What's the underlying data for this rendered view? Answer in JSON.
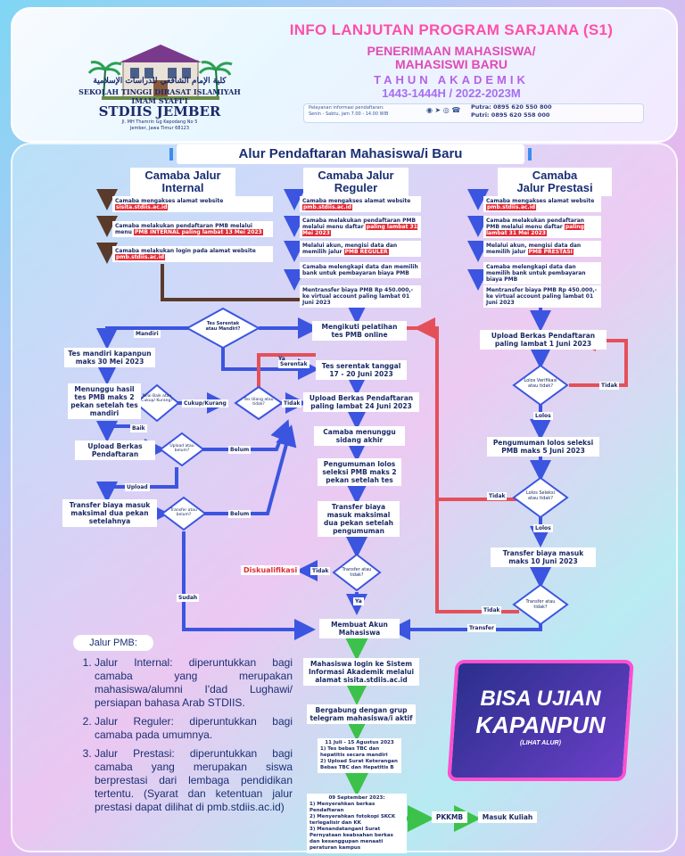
{
  "header": {
    "arabic_name": "كلية الإمام الشافعي للدراسات الإسلامية",
    "school_name_line1": "SEKOLAH TINGGI DIRASAT ISLAMIYAH",
    "school_name_line2": "IMAM SYAFI'I",
    "school_brand": "STDIIS JEMBER",
    "school_address_line1": "Jl. MH Thamrin Gg Kepodang No 5",
    "school_address_line2": "Jember, Jawa Timur 68123",
    "title": "INFO LANJUTAN PROGRAM SARJANA (S1)",
    "subtitle_line1": "PENERIMAAN MAHASISWA/",
    "subtitle_line2": "MAHASISWI BARU",
    "tahun_label": "TAHUN AKADEMIK",
    "years": "1443-1444H / 2022-2023M",
    "contact_label": "Pelayanan informasi pendaftaran:",
    "contact_hours": "Senin - Sabtu, jam 7.00 - 14.00 WIB",
    "phone_putra": "Putra: 0895 620 550 800",
    "phone_putri": "Putri: 0895 620 558 000"
  },
  "flow": {
    "title": "Alur Pendaftaran Mahasiswa/i Baru",
    "col_internal": {
      "title_line1": "Camaba Jalur",
      "title_line2": "Internal",
      "steps": [
        {
          "pre": "Camaba mengakses alamat website ",
          "hl": "sisita.stdiis.ac.id",
          "post": ""
        },
        {
          "pre": "Camaba melakukan pendaftaran PMB melalui menu ",
          "hl": "PMB INTERNAL paling lambat 13 Mei 2023",
          "post": ""
        },
        {
          "pre": "Camaba melakukan login pada alamat website ",
          "hl": "pmb.stdiis.ac.id",
          "post": ""
        }
      ]
    },
    "col_reguler": {
      "title_line1": "Camaba Jalur",
      "title_line2": "Reguler",
      "steps": [
        {
          "pre": "Camaba mengakses alamat website ",
          "hl": "pmb.stdiis.ac.id",
          "post": ""
        },
        {
          "pre": "Camaba melakukan pendaftaran PMB melalui menu daftar ",
          "hl": "paling lambat 31 Mei 2023",
          "post": ""
        },
        {
          "pre": "Melalui akun, mengisi data dan memilih jalur ",
          "hl": "PMB REGULER",
          "post": ""
        },
        {
          "pre": "Camaba melengkapi data dan memilih bank untuk pembayaran biaya PMB",
          "hl": "",
          "post": ""
        },
        {
          "pre": "Mentransfer biaya PMB Rp 450.000,- ke virtual account paling lambat 01 Juni 2023",
          "hl": "",
          "post": ""
        }
      ]
    },
    "col_prestasi": {
      "title_line1": "Camaba",
      "title_line2": "Jalur Prestasi",
      "steps": [
        {
          "pre": "Camaba mengakses alamat website ",
          "hl": "pmb.stdiis.ac.id",
          "post": ""
        },
        {
          "pre": "Camaba melakukan pendaftaran PMB melalui menu daftar ",
          "hl": "paling lambat 31 Mei 2023",
          "post": ""
        },
        {
          "pre": "Melalui akun, mengisi data dan memilih jalur ",
          "hl": "PMB PRESTASI",
          "post": ""
        },
        {
          "pre": "Camaba melengkapi data dan memilih bank untuk pembayaran biaya PMB",
          "hl": "",
          "post": ""
        },
        {
          "pre": "Mentransfer biaya PMB Rp 450.000,- ke virtual account paling lambat 01 Juni 2023",
          "hl": "",
          "post": ""
        }
      ]
    },
    "nodes": {
      "pelatihan": "Mengikuti pelatihan tes PMB online",
      "tes_serentak": "Tes serentak tanggal 17 - 20 Juni 2023",
      "upload_reguler": "Upload Berkas Pendaftaran paling lambat 24 Juni 2023",
      "sidang": "Camaba menunggu sidang akhir",
      "pengumuman_reguler": "Pengumuman lolos seleksi PMB maks 2 pekan setelah tes",
      "transfer_reguler": "Transfer biaya masuk maksimal dua pekan setelah pengumuman",
      "membuat_akun": "Membuat Akun Mahasiswa",
      "login_sistem": "Mahasiswa login ke Sistem Informasi Akademik melalui alamat sisita.stdiis.ac.id",
      "bergabung": "Bergabung dengan grup telegram mahasiswa/i aktif",
      "juli_title": "11 Juli - 15 Agustus 2023",
      "juli_item1": "1) Tes bebas TBC dan hepatitis secara mandiri",
      "juli_item2": "2) Upload Surat Keterangan Bebas TBC dan Hepatitis B",
      "sept_title": "09 September 2023:",
      "sept_item1": "1) Menyerahkan berkas Pendaftaran",
      "sept_item2": "2) Menyerahkan fotokopi SKCK terlegalisir dan KK",
      "sept_item3": "3) Menandatangani Surat Pernyataan keabsahan berkas dan kesanggupan menaati peraturan kampus",
      "pkkmb": "PKKMB",
      "masuk_kuliah": "Masuk Kuliah",
      "tes_mandiri": "Tes mandiri kapanpun maks 30 Mei 2023",
      "menunggu_hasil": "Menunggu hasil tes PMB maks 2 pekan setelah tes mandiri",
      "upload_internal": "Upload Berkas Pendaftaran",
      "transfer_internal": "Transfer biaya masuk maksimal dua pekan setelahnya",
      "upload_prestasi": "Upload Berkas Pendaftaran paling lambat 1 Juni 2023",
      "pengumuman_prestasi": "Pengumuman lolos seleksi PMB maks 5 Juni 2023",
      "transfer_prestasi": "Transfer biaya masuk maks 10 Juni 2023",
      "diskualifikasi": "Diskualifikasi"
    },
    "decisions": {
      "serentak_mandiri": "Tes Serentak atau Mandiri?",
      "nilai_baik": "Nilai Baik atau Cukup/ Kurang?",
      "tes_ulang": "Tes Ulang atau tidak?",
      "upload_belum": "Upload atau belum?",
      "transfer_belum": "Transfer atau belum?",
      "transfer_tidak": "Transfer atau tidak?",
      "lolos_verifikasi": "Lolos Verifikasi atau tidak?",
      "lolos_seleksi": "Lolos Seleksi atau tidak?",
      "transfer_prestasi_q": "Transfer atau tidak?"
    },
    "labels": {
      "mandiri": "Mandiri",
      "serentak": "Serentak",
      "ya": "Ya",
      "tidak": "Tidak",
      "baik": "Baik",
      "cukup_kurang": "Cukup/Kurang",
      "belum": "Belum",
      "upload": "Upload",
      "sudah": "Sudah",
      "lolos": "Lolos",
      "transfer": "Transfer"
    }
  },
  "jalur": {
    "title": "Jalur PMB:",
    "items": [
      "Jalur Internal: diperuntukkan bagi camaba yang merupakan mahasiswa/alumni I'dad Lughawi/ persiapan bahasa Arab STDIIS.",
      "Jalur Reguler: diperuntukkan bagi camaba pada umumnya.",
      "Jalur Prestasi: diperuntukkan bagi camaba yang merupakan siswa berprestasi dari lembaga pendidikan tertentu. (Syarat dan ketentuan jalur prestasi dapat dilihat di pmb.stdiis.ac.id)"
    ]
  },
  "promo": {
    "line1": "BISA UJIAN",
    "line2": "KAPANPUN",
    "line3": "(LIHAT ALUR)"
  },
  "colors": {
    "navy": "#1a2f73",
    "blue_arrow": "#3b55e0",
    "red_arrow": "#e4505a",
    "green_arrow": "#3cc24a",
    "brown_arrow": "#5a3a2a",
    "pink_title": "#ff4fa8",
    "highlight_red": "#e12b36"
  },
  "icons": [
    "whatsapp-icon",
    "telegram-icon",
    "instagram-icon",
    "phone-icon"
  ]
}
